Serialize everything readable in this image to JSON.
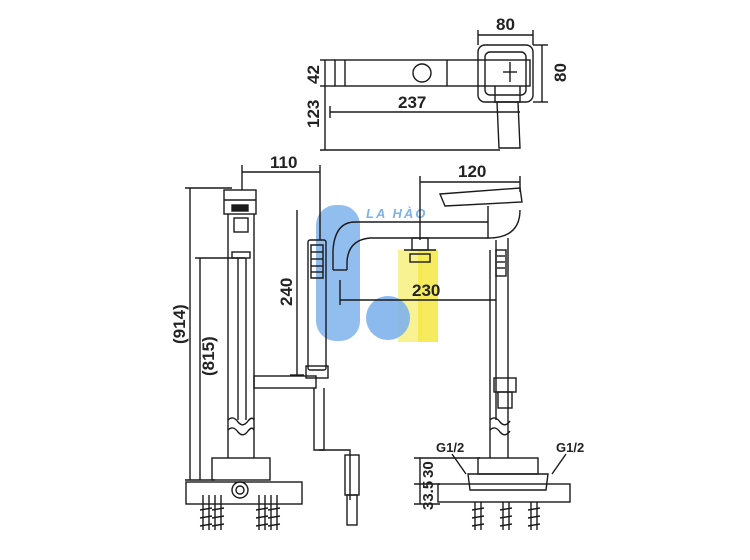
{
  "watermark": {
    "text": "LA HÀO",
    "color_blue": "#7fb2ec",
    "color_yellow": "#f5e94a"
  },
  "top_view": {
    "dim_width_top": "80",
    "dim_height_right": "80",
    "dim_42": "42",
    "dim_123": "123",
    "dim_237": "237"
  },
  "left_view": {
    "dim_110": "110",
    "dim_240": "240",
    "dim_914": "(914)",
    "dim_815": "(815)"
  },
  "right_view": {
    "dim_120": "120",
    "dim_230": "230",
    "thread_left": "G1/2",
    "thread_right": "G1/2",
    "dim_30": "30",
    "dim_33_5": "33.5"
  },
  "colors": {
    "line": "#1a1a1a"
  }
}
